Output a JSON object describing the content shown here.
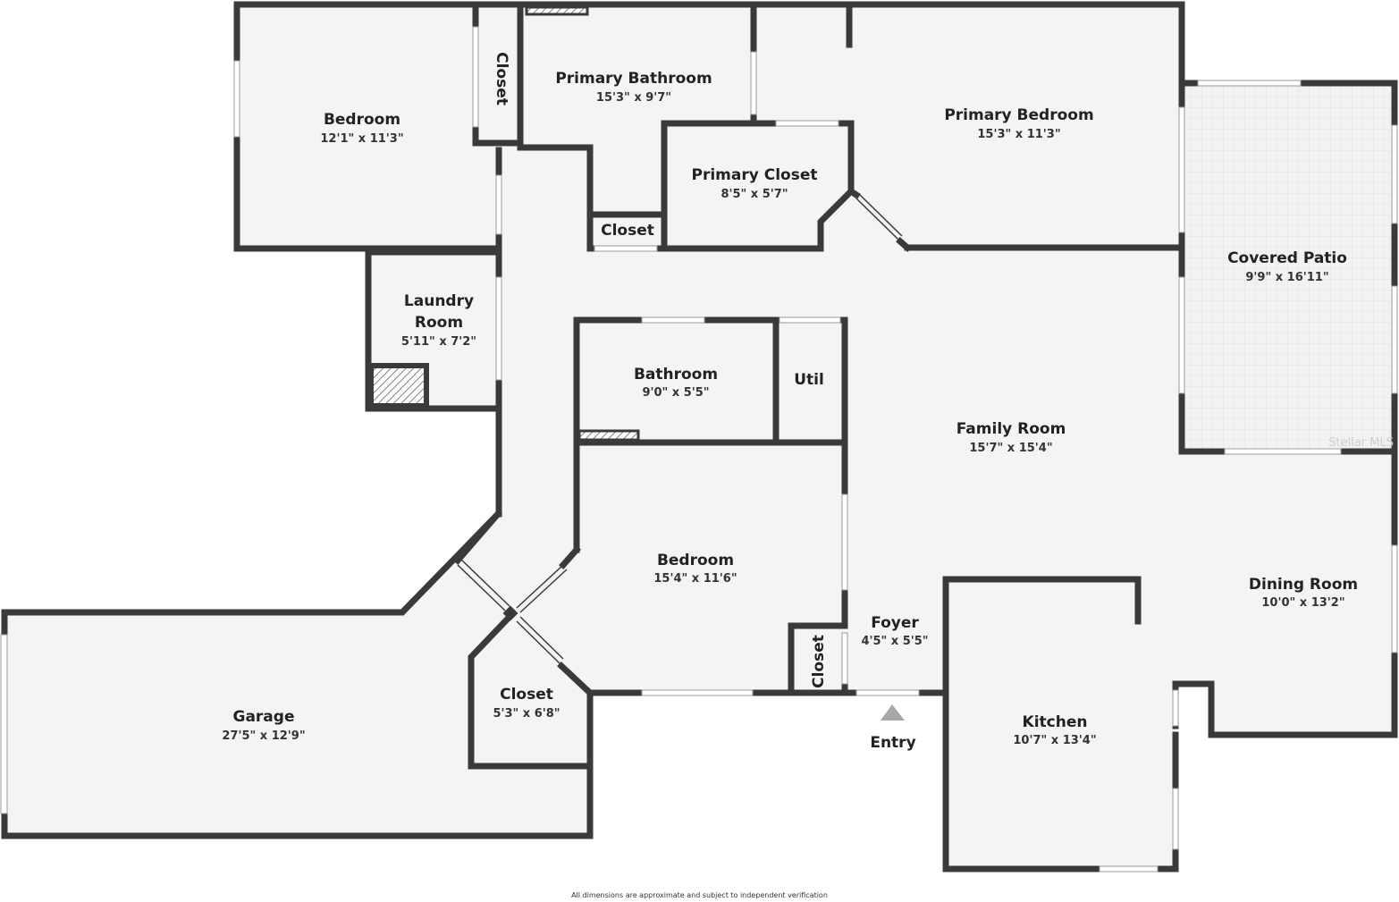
{
  "rooms": {
    "bedroom1": {
      "name": "Bedroom",
      "dims": "12'1\" x 11'3\""
    },
    "closet_bedroom1": {
      "name": "Closet"
    },
    "primary_bathroom": {
      "name": "Primary Bathroom",
      "dims": "15'3\" x 9'7\""
    },
    "primary_bedroom": {
      "name": "Primary Bedroom",
      "dims": "15'3\" x 11'3\""
    },
    "primary_closet": {
      "name": "Primary Closet",
      "dims": "8'5\" x 5'7\""
    },
    "closet_hall": {
      "name": "Closet"
    },
    "covered_patio": {
      "name": "Covered Patio",
      "dims": "9'9\" x 16'11\""
    },
    "laundry": {
      "name1": "Laundry",
      "name2": "Room",
      "dims": "5'11\" x 7'2\""
    },
    "bathroom": {
      "name": "Bathroom",
      "dims": "9'0\" x 5'5\""
    },
    "util": {
      "name": "Util"
    },
    "family_room": {
      "name": "Family Room",
      "dims": "15'7\" x 15'4\""
    },
    "bedroom2": {
      "name": "Bedroom",
      "dims": "15'4\" x 11'6\""
    },
    "dining_room": {
      "name": "Dining Room",
      "dims": "10'0\" x 13'2\""
    },
    "foyer": {
      "name": "Foyer",
      "dims": "4'5\" x 5'5\""
    },
    "closet_foyer": {
      "name": "Closet"
    },
    "garage": {
      "name": "Garage",
      "dims": "27'5\" x 12'9\""
    },
    "closet_garage": {
      "name": "Closet",
      "dims": "5'3\" x 6'8\""
    },
    "kitchen": {
      "name": "Kitchen",
      "dims": "10'7\" x 13'4\""
    }
  },
  "entry_label": "Entry",
  "footer": "All dimensions are approximate and subject to independent verification",
  "watermark": "Stellar MLS",
  "colors": {
    "wall": "#3a3a3a",
    "floor": "#f4f4f4",
    "patio": "#f0f0f0"
  }
}
